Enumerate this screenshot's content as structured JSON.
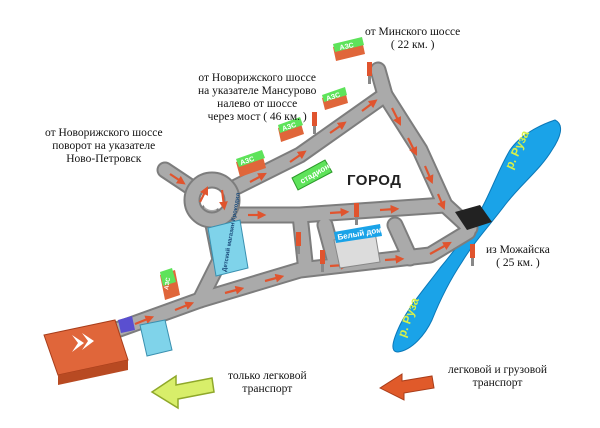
{
  "labels": {
    "minsk": [
      "от Минского шоссе",
      "( 22 км. )"
    ],
    "novorizh_mansurovo": [
      "от Новорижского шоссе",
      "на указателе Мансурово",
      "налево от шоссе",
      "через мост ( 46 км. )"
    ],
    "novorizh_novopetrovsk": [
      "от Новорижского шоссе",
      "поворот на указателе",
      "Ново-Петровск"
    ],
    "mozhaysk": [
      "из Можайска",
      "( 25 км. )"
    ],
    "city": "ГОРОД",
    "cars_only": [
      "только легковой",
      "транспорт"
    ],
    "cars_trucks": [
      "легковой и грузовой",
      "транспорт"
    ]
  },
  "map_signs": {
    "river_top": "р. Руза",
    "river_bottom": "р. Руза",
    "stadium": "стадион",
    "white_house": "Белый дом",
    "azs_1": "АЗС",
    "azs_2": "АЗС",
    "azs_3": "АЗС",
    "azs_4": "АЗС",
    "azs_5": "АЗС",
    "shop_sign": "Детский магазин Крокодил"
  },
  "colors": {
    "road": "#aaaaaa",
    "road_edge": "#7d7d7d",
    "arrow": "#e0542e",
    "river": "#1aa3e8",
    "sign_green": "#5ee35a",
    "building_orange": "#e0663a",
    "building_blue": "#7fd3ea",
    "cars_only_arrow": "#d8ee6a",
    "trucks_arrow": "#e05a2a",
    "bridge": "#222222"
  }
}
